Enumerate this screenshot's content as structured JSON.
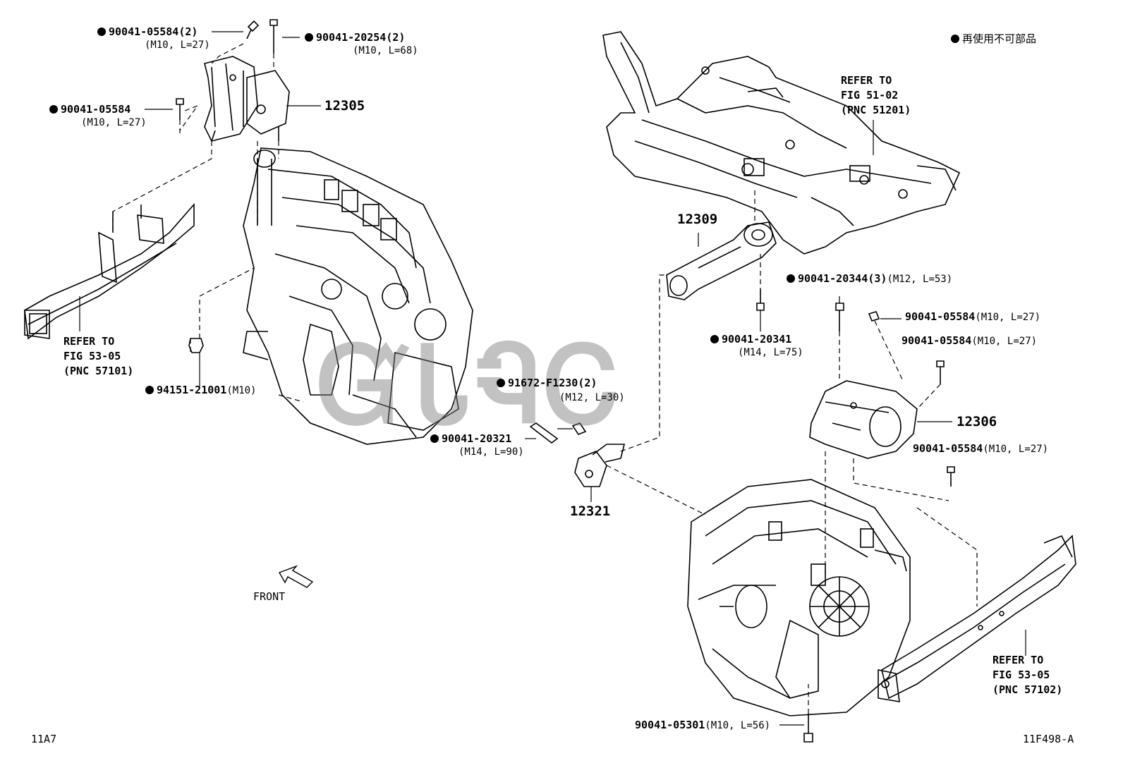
{
  "legend": {
    "marker": "●",
    "text": "再使用不可部品"
  },
  "parts": [
    {
      "id": "p1",
      "number": "90041-05584(2)",
      "spec": "(M10, L=27)",
      "reuse_restricted": true
    },
    {
      "id": "p2",
      "number": "90041-20254(2)",
      "spec": "(M10, L=68)",
      "reuse_restricted": true
    },
    {
      "id": "p3",
      "number": "90041-05584",
      "spec": "(M10, L=27)",
      "reuse_restricted": true
    },
    {
      "id": "p4",
      "number": "94151-21001",
      "spec": "(M10)",
      "reuse_restricted": true
    },
    {
      "id": "p5",
      "number": "91672-F1230(2)",
      "spec": "(M12, L=30)",
      "reuse_restricted": true
    },
    {
      "id": "p6",
      "number": "90041-20321",
      "spec": "(M14, L=90)",
      "reuse_restricted": true
    },
    {
      "id": "p7",
      "number": "90041-20341",
      "spec": "(M14, L=75)",
      "reuse_restricted": true
    },
    {
      "id": "p8",
      "number": "90041-20344(3)",
      "spec": "(M12, L=53)",
      "reuse_restricted": true
    },
    {
      "id": "p9",
      "number": "90041-05584",
      "spec": "(M10, L=27)",
      "reuse_restricted": false
    },
    {
      "id": "p10",
      "number": "90041-05584",
      "spec": "(M10, L=27)",
      "reuse_restricted": false
    },
    {
      "id": "p11",
      "number": "90041-05584",
      "spec": "(M10, L=27)",
      "reuse_restricted": false
    },
    {
      "id": "p12",
      "number": "90041-05301",
      "spec": "(M10, L=56)",
      "reuse_restricted": false
    }
  ],
  "assemblies": [
    "12305",
    "12309",
    "12306",
    "12321"
  ],
  "references": [
    {
      "line1": "REFER TO",
      "line2": "FIG 51-02",
      "line3": "(PNC 51201)"
    },
    {
      "line1": "REFER TO",
      "line2": "FIG 53-05",
      "line3": "(PNC 57101)"
    },
    {
      "line1": "REFER TO",
      "line2": "FIG 53-05",
      "line3": "(PNC 57102)"
    }
  ],
  "front_label": "FRONT",
  "corner_left": "11A7",
  "corner_right": "11F498-A",
  "watermark": "ᏳᏓᏄᏟ"
}
